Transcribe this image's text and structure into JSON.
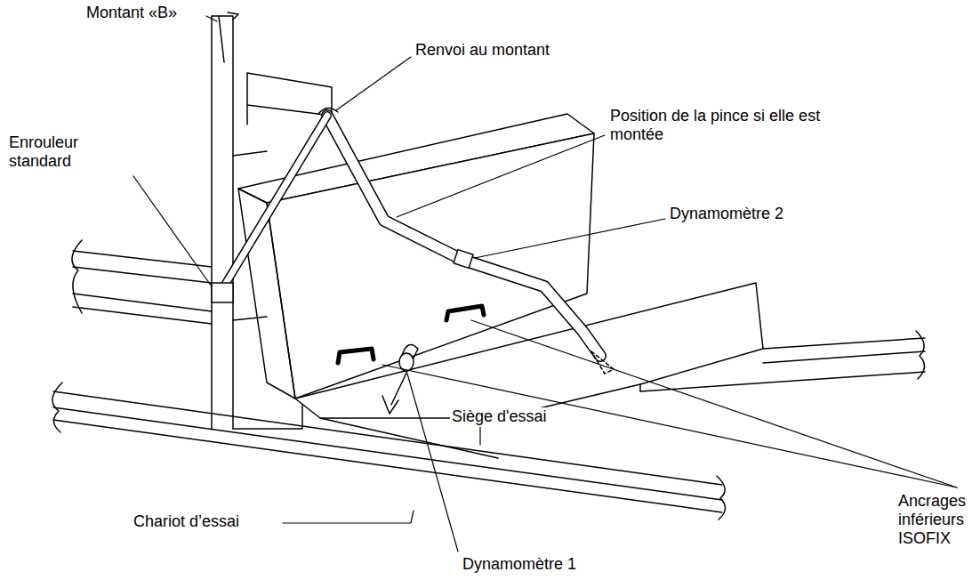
{
  "diagram": {
    "labels": [
      "Montant «B»",
      "Renvoi au montant",
      "Position de la pince si elle est montée",
      "Enrouleur standard",
      "Dynamomètre 2",
      "Siège d'essai",
      "Chariot d’essai",
      "Dynamomètre 1",
      "Ancrages inférieurs ISOFIX"
    ]
  }
}
